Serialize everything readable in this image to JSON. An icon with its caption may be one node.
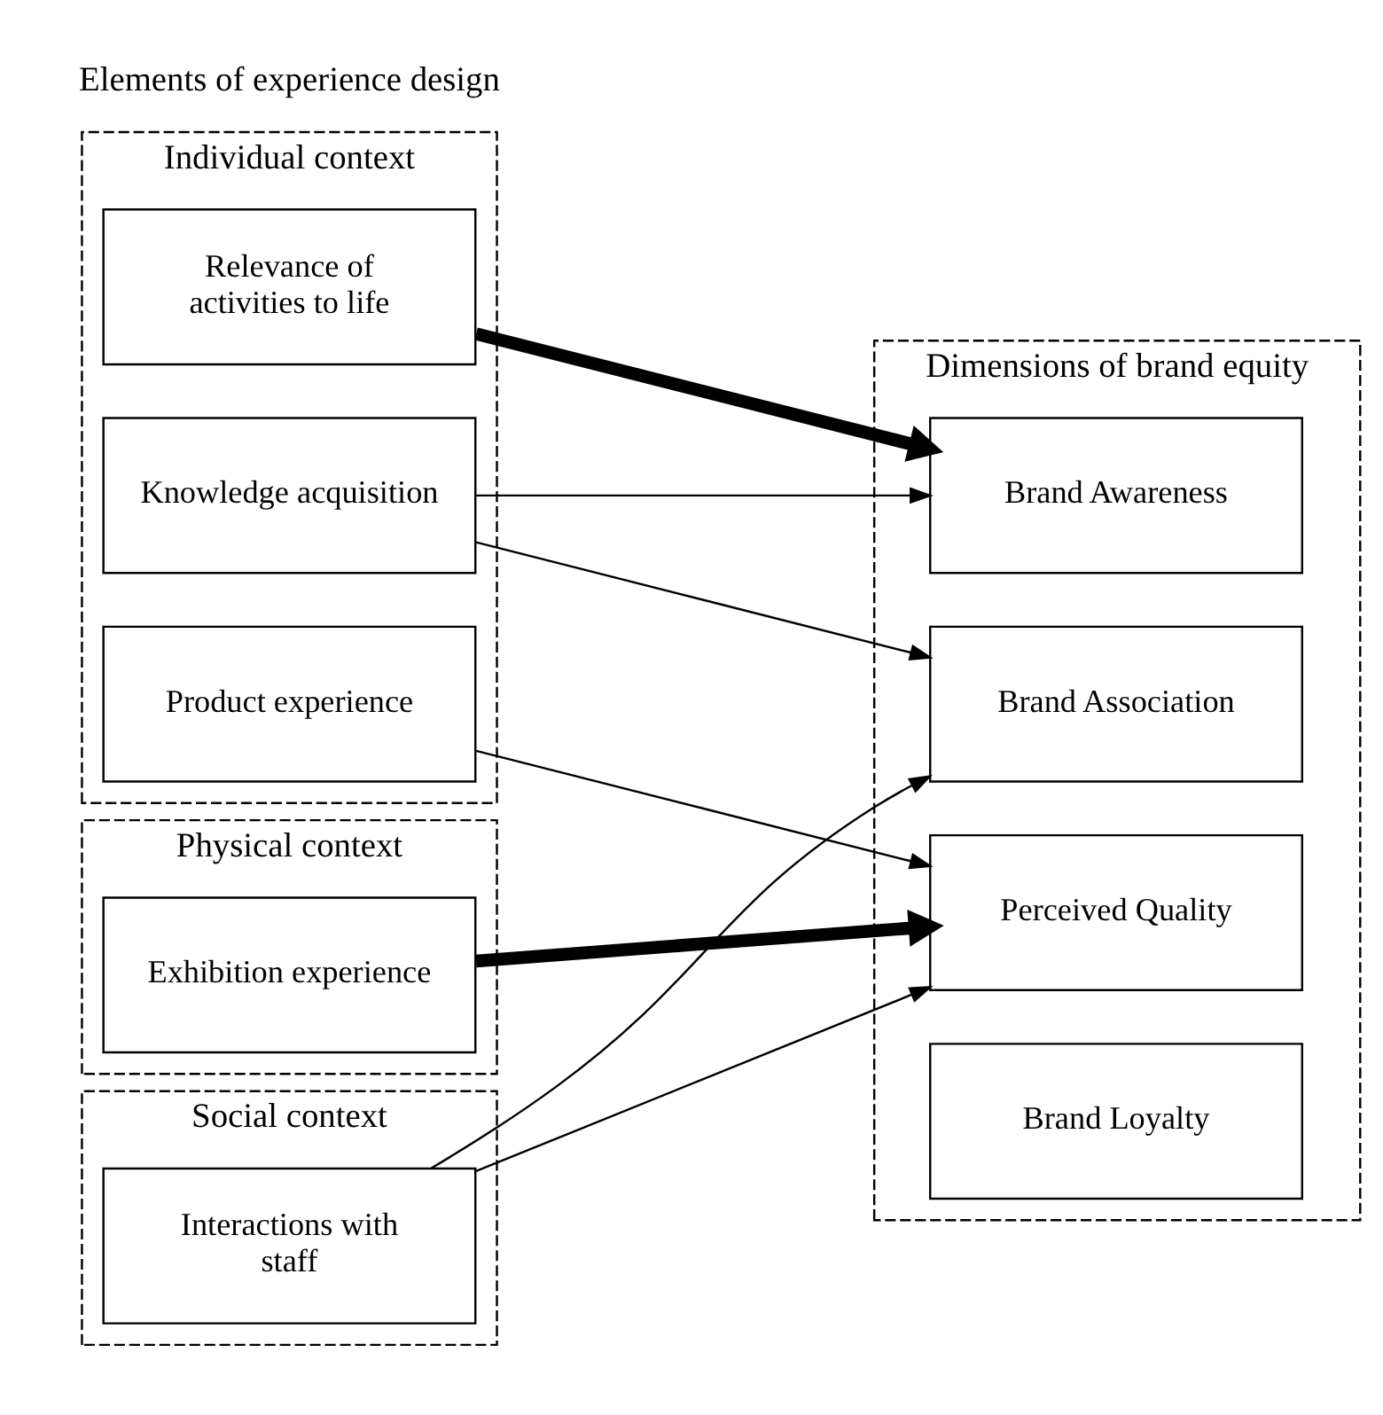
{
  "diagram": {
    "nodes": [
      {
        "text": [
          "Individual context"
        ]
      },
      {
        "text": [
          "Relevance of activities to life"
        ],
        "in": 0
      },
      {
        "text": [
          "Knowledge acquisition"
        ],
        "in": 0
      },
      {
        "text": [
          "Product experience"
        ],
        "in": 0
      },
      {
        "text": [
          "Physical context"
        ]
      },
      {
        "text": [
          "Exhibition experience"
        ],
        "in": 4
      },
      {
        "text": [
          "Social context"
        ]
      },
      {
        "text": [
          "Interactions with staff"
        ],
        "in": 6
      },
      {
        "text": [
          "Dimensions of brand equity"
        ]
      },
      {
        "text": [
          "Brand Awareness"
        ],
        "in": 8
      },
      {
        "text": [
          "Brand Association"
        ],
        "in": 8
      },
      {
        "text": [
          "Perceived Quality"
        ],
        "in": 8
      },
      {
        "text": [
          "Brand Loyalty"
        ],
        "in": 8
      }
    ],
    "edges": [
      {
        "from": 1,
        "to": 9,
        "arrow": "to",
        "style": "thick"
      },
      {
        "from": 2,
        "to": 9,
        "arrow": "to"
      },
      {
        "from": 2,
        "to": 10,
        "arrow": "to"
      },
      {
        "from": 3,
        "to": 11,
        "arrow": "to"
      },
      {
        "from": 5,
        "to": 11,
        "arrow": "to",
        "style": "thick"
      },
      {
        "from": 7,
        "to": 10,
        "arrow": "to"
      },
      {
        "from": 7,
        "to": 11,
        "arrow": "to"
      }
    ],
    "labels": [
      "Elements of experience design"
    ]
  }
}
